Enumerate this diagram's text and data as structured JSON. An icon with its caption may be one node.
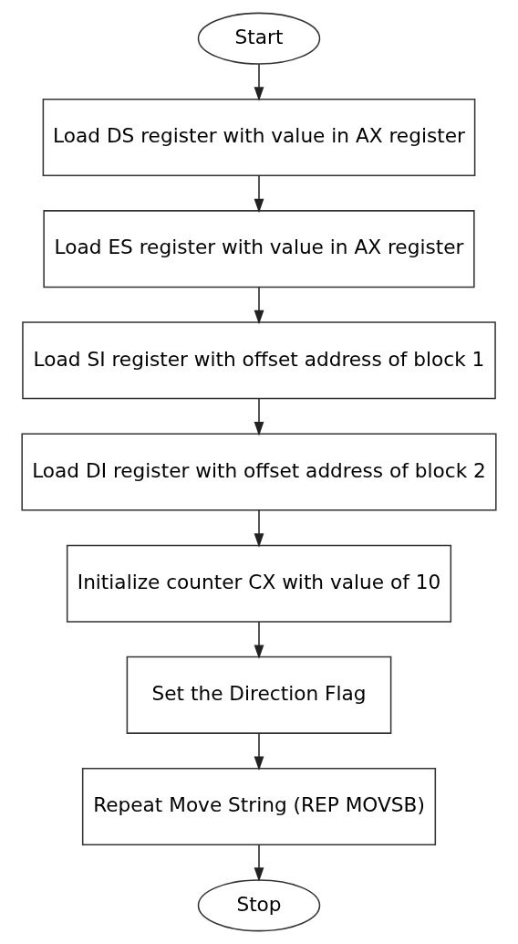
{
  "diagram": {
    "nodes": [
      {
        "text": [
          "Start"
        ]
      },
      {
        "text": [
          "Load DS register with value in AX register"
        ]
      },
      {
        "text": [
          "Load ES register with value in AX register"
        ]
      },
      {
        "text": [
          "Load SI register with offset address of block 1"
        ]
      },
      {
        "text": [
          "Load DI register with offset address of block 2"
        ]
      },
      {
        "text": [
          "Initialize counter CX with value of 10"
        ]
      },
      {
        "text": [
          "Set the Direction Flag"
        ]
      },
      {
        "text": [
          "Repeat Move String (REP MOVSB)"
        ]
      },
      {
        "text": [
          "Stop"
        ]
      }
    ],
    "edges": [
      {
        "from": 0,
        "to": 1,
        "arrow": "to"
      },
      {
        "from": 1,
        "to": 2,
        "arrow": "to"
      },
      {
        "from": 2,
        "to": 3,
        "arrow": "to"
      },
      {
        "from": 3,
        "to": 4,
        "arrow": "to"
      },
      {
        "from": 4,
        "to": 5,
        "arrow": "to"
      },
      {
        "from": 5,
        "to": 6,
        "arrow": "to"
      },
      {
        "from": 6,
        "to": 7,
        "arrow": "to"
      },
      {
        "from": 7,
        "to": 8,
        "arrow": "to"
      }
    ]
  }
}
